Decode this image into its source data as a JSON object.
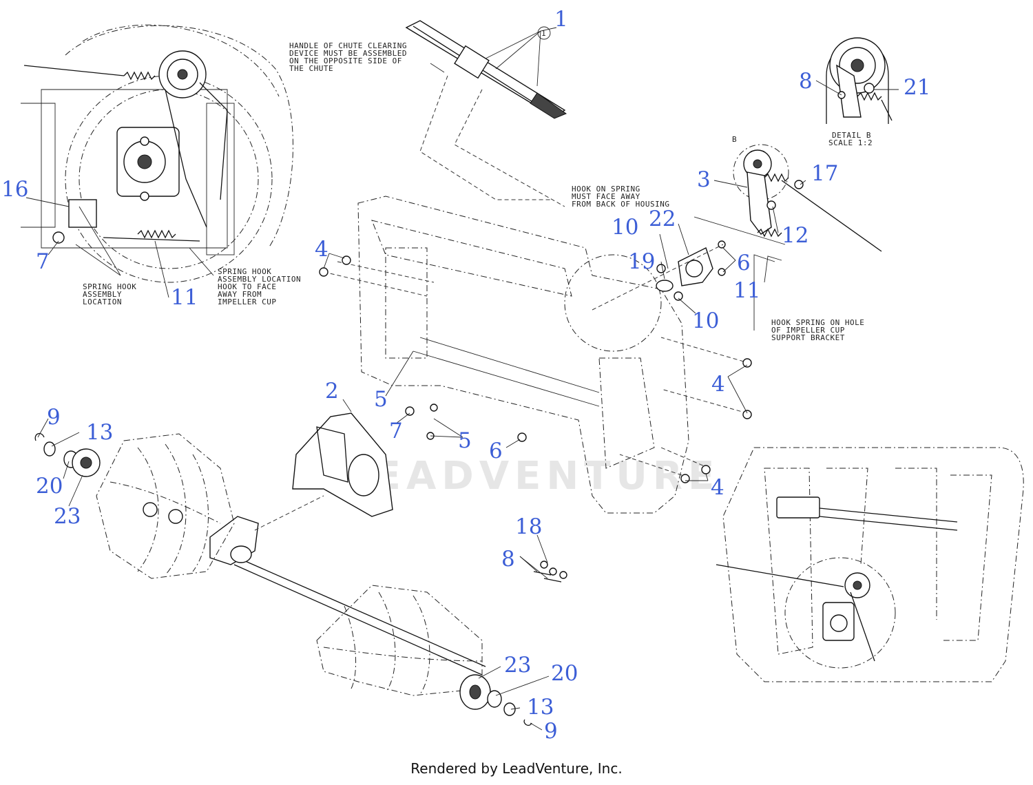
{
  "notes": {
    "chute_handle": [
      "HANDLE OF CHUTE CLEARING",
      "DEVICE MUST BE ASSEMBLED",
      "ON THE OPPOSITE SIDE OF",
      "THE CHUTE"
    ],
    "spring_face": [
      "HOOK ON SPRING",
      "MUST FACE AWAY",
      "FROM BACK OF HOUSING"
    ],
    "hook_spring": [
      "HOOK SPRING ON HOLE",
      "OF IMPELLER CUP",
      "SUPPORT BRACKET"
    ],
    "spring_hook_loc": [
      "SPRING HOOK",
      "ASSEMBLY",
      "LOCATION"
    ],
    "spring_hook_face": [
      "SPRING HOOK",
      "ASSEMBLY LOCATION",
      "HOOK TO FACE",
      "AWAY FROM",
      "IMPELLER CUP"
    ],
    "detail": [
      "DETAIL B",
      "SCALE 1:2"
    ],
    "detail_ref": "B",
    "circle_ref": "1"
  },
  "callouts": {
    "c1": "1",
    "c2": "2",
    "c3": "3",
    "c4a": "4",
    "c4b": "4",
    "c4c": "4",
    "c5a": "5",
    "c5b": "5",
    "c6a": "6",
    "c6b": "6",
    "c7a": "7",
    "c7b": "7",
    "c8a": "8",
    "c8b": "8",
    "c9a": "9",
    "c9b": "9",
    "c10a": "10",
    "c10b": "10",
    "c11a": "11",
    "c11b": "11",
    "c12": "12",
    "c13a": "13",
    "c13b": "13",
    "c16": "16",
    "c17": "17",
    "c18": "18",
    "c19": "19",
    "c20a": "20",
    "c20b": "20",
    "c21": "21",
    "c22": "22",
    "c23a": "23",
    "c23b": "23"
  },
  "watermark": "LEADVENTURE",
  "footer": "Rendered by LeadVenture, Inc."
}
